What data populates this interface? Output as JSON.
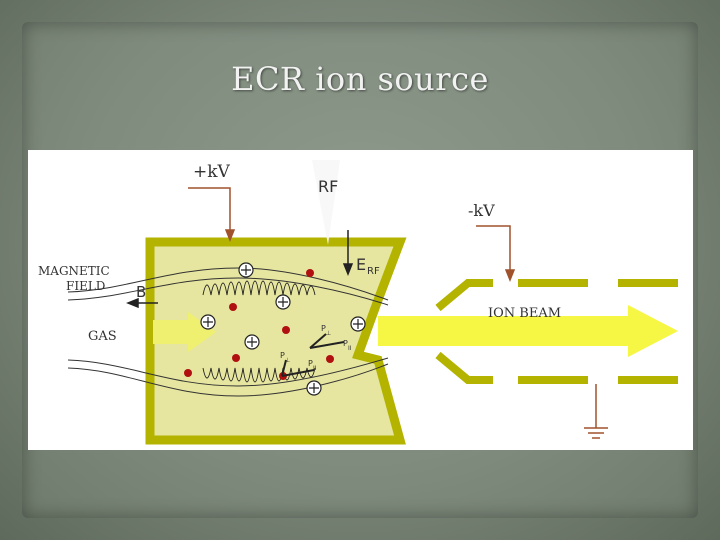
{
  "slide": {
    "title": "ECR ion source"
  },
  "diagram": {
    "labels": {
      "plus_kv": "+kV",
      "rf": "RF",
      "minus_kv": "-kV",
      "e_rf_main": "E",
      "e_rf_sub": "RF",
      "magnetic_field_line1": "MAGNETIC",
      "magnetic_field_line2": "FIELD",
      "b": "B",
      "gas": "GAS",
      "ion_beam": "ION BEAM",
      "p_perp_1": "P",
      "p_perp_1_sub": "⊥",
      "p_par_1": "P",
      "p_par_1_sub": "II",
      "p_perp_2": "P",
      "p_perp_2_sub": "⊥",
      "p_par_2": "P",
      "p_par_2_sub": "II"
    },
    "colors": {
      "chamber_fill": "#e6e6a0",
      "chamber_border": "#b3b300",
      "beam": "#f5f53a",
      "electron": "#b01010",
      "wire": "#a0522d",
      "background": "#7f8b7d"
    }
  }
}
